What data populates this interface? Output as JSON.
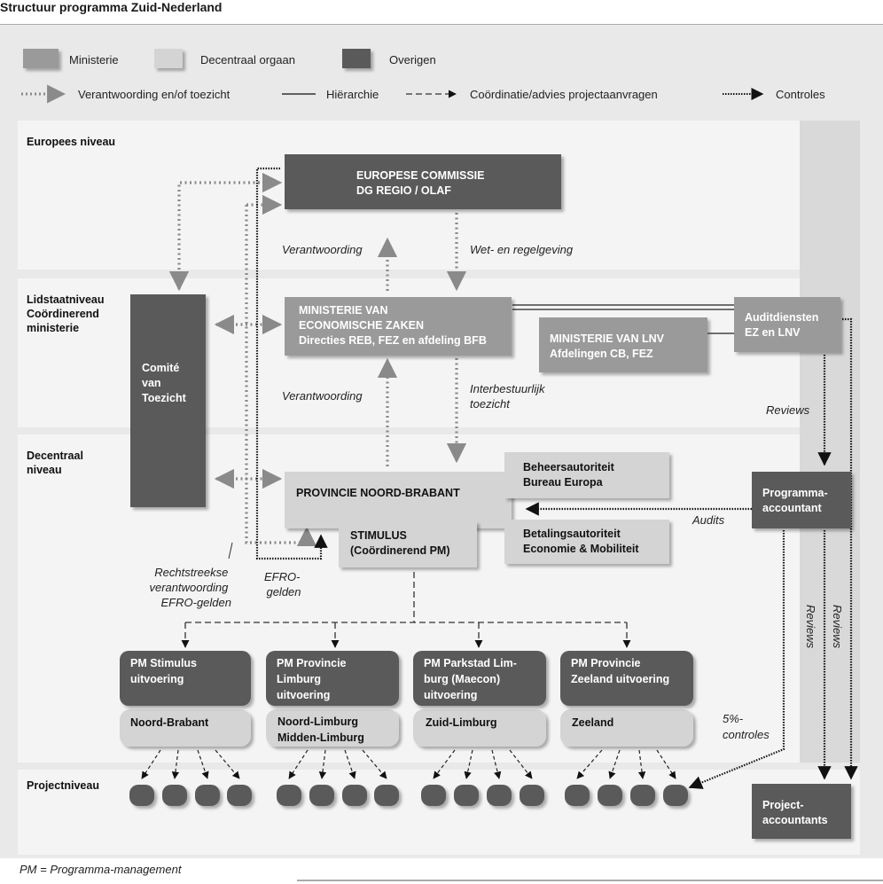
{
  "title": "Structuur programma Zuid-Nederland",
  "legend": {
    "ministerie": "Ministerie",
    "decentraal": "Decentraal orgaan",
    "overigen": "Overigen",
    "verantwoording": "Verantwoording en/of toezicht",
    "hierarchie": "Hiërarchie",
    "coordinatie": "Coördinatie/advies projectaanvragen",
    "controles": "Controles"
  },
  "levels": {
    "europees": "Europees niveau",
    "lidstaat": [
      "Lidstaatniveau",
      "Coördinerend",
      "ministerie"
    ],
    "decentraal": [
      "Decentraal",
      "niveau"
    ],
    "project": "Projectniveau"
  },
  "boxes": {
    "ec": [
      "EUROPESE COMMISSIE",
      "DG REGIO / OLAF"
    ],
    "ez": [
      "MINISTERIE VAN",
      "ECONOMISCHE ZAKEN",
      "Directies REB, FEZ en afdeling BFB"
    ],
    "lnv": [
      "MINISTERIE VAN LNV",
      "Afdelingen CB, FEZ"
    ],
    "audit": [
      "Auditdiensten",
      "EZ en LNV"
    ],
    "comite": [
      "Comité",
      "van",
      "Toezicht"
    ],
    "provincie": "PROVINCIE NOORD-BRABANT",
    "stimulus": [
      "STIMULUS",
      "(Coördinerend PM)"
    ],
    "beheer": [
      "Beheersautoriteit",
      "Bureau Europa"
    ],
    "betaling": [
      "Betalingsautoriteit",
      "Economie & Mobiliteit"
    ],
    "programma": [
      "Programma-",
      "accountant"
    ],
    "project_acc": [
      "Project-",
      "accountants"
    ]
  },
  "pm_units": [
    {
      "top": [
        "PM Stimulus",
        "uitvoering"
      ],
      "region": [
        "Noord-Brabant"
      ]
    },
    {
      "top": [
        "PM Provincie",
        "Limburg",
        "uitvoering"
      ],
      "region": [
        "Noord-Limburg",
        "Midden-Limburg"
      ]
    },
    {
      "top": [
        "PM Parkstad Lim-",
        "burg (Maecon)",
        "uitvoering"
      ],
      "region": [
        "Zuid-Limburg"
      ]
    },
    {
      "top": [
        "PM Provincie",
        "Zeeland uitvoering"
      ],
      "region": [
        "Zeeland"
      ]
    }
  ],
  "labels": {
    "verantwoording_top": "Verantwoording",
    "wet": "Wet- en regelgeving",
    "verantwoording_mid": "Verantwoording",
    "interbestuurlijk": [
      "Interbestuurlijk",
      "toezicht"
    ],
    "reviews_h": "Reviews",
    "audits": "Audits",
    "rechtstreekse": [
      "Rechtstreekse",
      "verantwoording",
      "EFRO-gelden"
    ],
    "efro": [
      "EFRO-",
      "gelden"
    ],
    "reviews_v1": "Reviews",
    "reviews_v2": "Reviews",
    "controles5": [
      "5%-",
      "controles"
    ]
  },
  "footnote": "PM = Programma-management",
  "colors": {
    "ministerie": "#9a9a9a",
    "decentraal": "#d4d4d4",
    "overigen": "#5a5a5a",
    "band": "#efefef"
  }
}
